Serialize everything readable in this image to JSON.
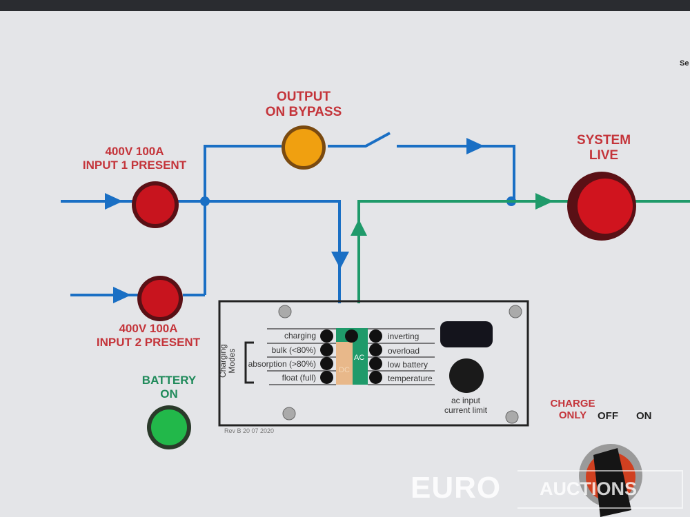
{
  "labels": {
    "output_bypass": [
      "OUTPUT",
      "ON BYPASS"
    ],
    "input1": [
      "400V 100A",
      "INPUT 1 PRESENT"
    ],
    "input2": [
      "400V 100A",
      "INPUT 2 PRESENT"
    ],
    "system_live": [
      "SYSTEM",
      "LIVE"
    ],
    "battery_on": [
      "BATTERY",
      "ON"
    ],
    "charge_only": [
      "CHARGE",
      "ONLY"
    ],
    "off": "OFF",
    "on": "ON"
  },
  "panel": {
    "charging_modes": [
      "Charging",
      "Modes"
    ],
    "left_items": [
      "charging",
      "bulk (<80%)",
      "absorption (>80%)",
      "float (full)"
    ],
    "right_items": [
      "inverting",
      "overload",
      "low battery",
      "temperature"
    ],
    "dc": "DC",
    "ac": "AC",
    "knob_label": [
      "ac input",
      "current limit"
    ],
    "rev": "Rev B 20 07 2020"
  },
  "corner_label": "Se",
  "watermark": {
    "euro": "EURO",
    "auctions": "AUCTIONS"
  },
  "colors": {
    "blue": "#1a6fc4",
    "green": "#1f9a6a",
    "red_lamp": "#c8141e",
    "orange_lamp": "#f0a010",
    "green_lamp": "#22b84a"
  }
}
